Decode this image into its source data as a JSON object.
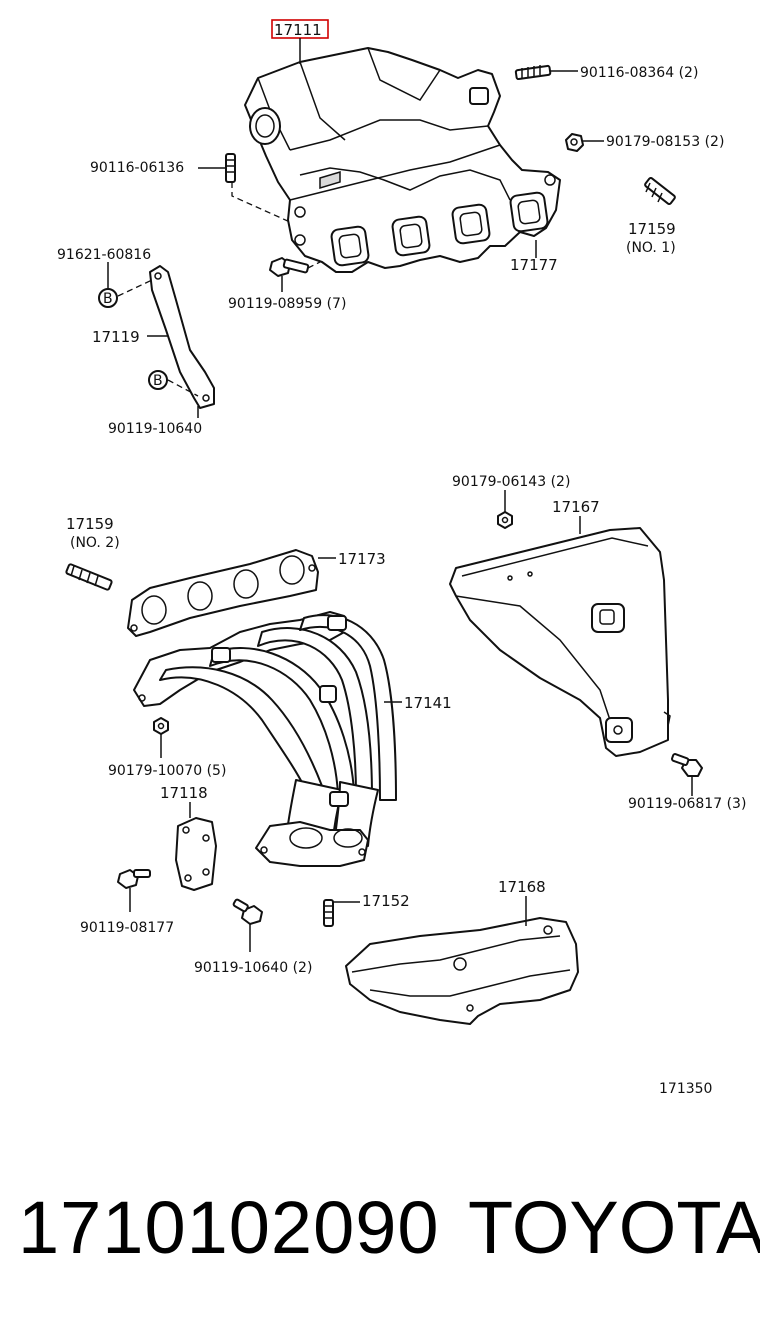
{
  "diagram": {
    "highlight_color": "#d00000",
    "labels": {
      "p17111": "17111",
      "p90116_08364": "90116-08364 (2)",
      "p90179_08153": "90179-08153 (2)",
      "p90116_06136": "90116-06136",
      "p17159_no1_a": "17159",
      "p17159_no1_b": "(NO. 1)",
      "p17177": "17177",
      "p91621": "91621-60816",
      "p17119": "17119",
      "p90119_08959": "90119-08959 (7)",
      "p90119_10640_top": "90119-10640",
      "b1": "B",
      "b2": "B",
      "p90179_06143": "90179-06143 (2)",
      "p17167": "17167",
      "p17159_no2_a": "17159",
      "p17159_no2_b": "(NO. 2)",
      "p17173": "17173",
      "p17141": "17141",
      "p90179_10070": "90179-10070 (5)",
      "p17118": "17118",
      "p90119_06817": "90119-06817 (3)",
      "p90119_08177": "90119-08177",
      "p17152": "17152",
      "p17168": "17168",
      "p90119_10640_bot": "90119-10640 (2)",
      "ref": "171350"
    }
  },
  "footer": {
    "part_number": "1710102090",
    "brand": "TOYOTA"
  }
}
